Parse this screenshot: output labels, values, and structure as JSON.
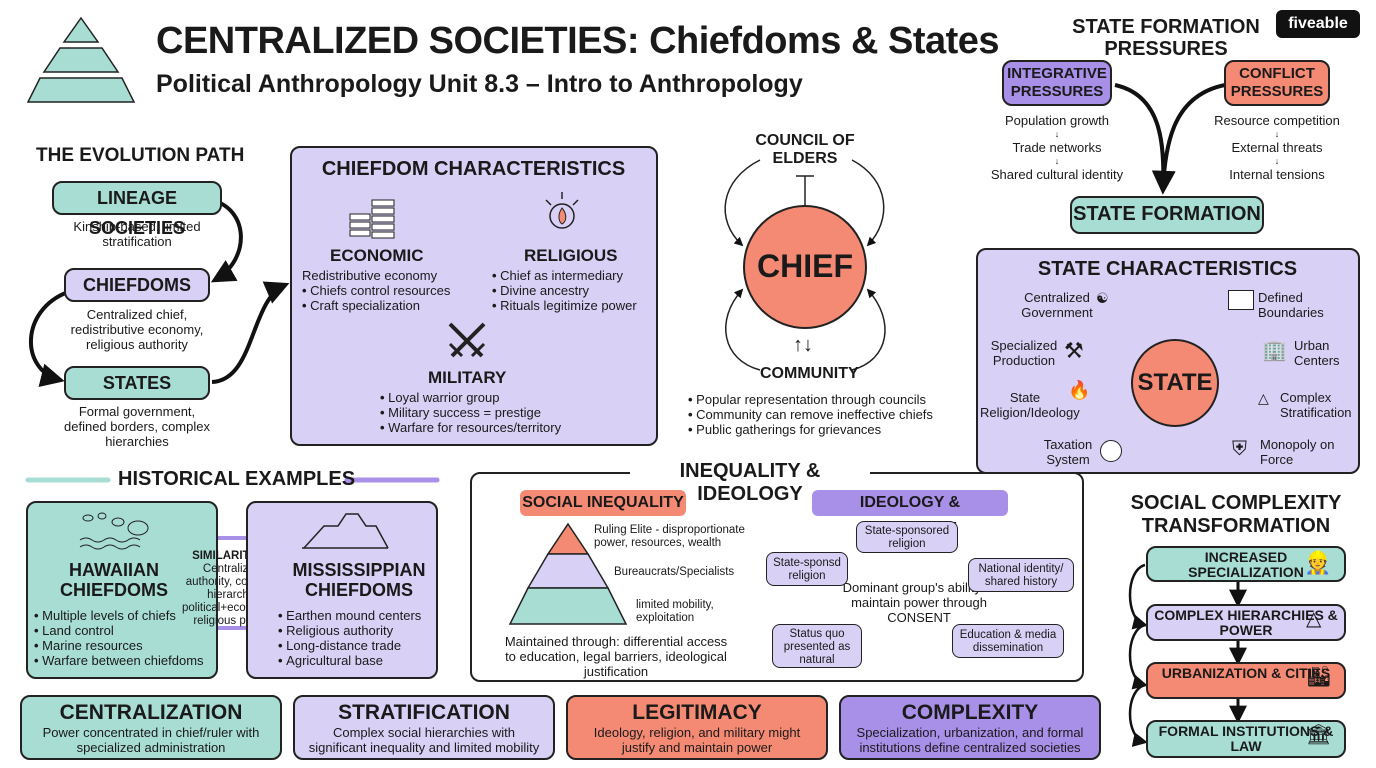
{
  "header": {
    "title": "CENTRALIZED SOCIETIES: Chiefdoms & States",
    "subtitle": "Political Anthropology Unit 8.3 – Intro to Anthropology",
    "brand": "fiveable"
  },
  "evolution": {
    "heading": "THE EVOLUTION PATH",
    "steps": [
      {
        "label": "LINEAGE SOCIETIES",
        "desc": "Kinship-based, limited stratification"
      },
      {
        "label": "CHIEFDOMS",
        "desc": "Centralized chief, redistributive economy, religious authority"
      },
      {
        "label": "STATES",
        "desc": "Formal government, defined borders, complex hierarchies"
      }
    ]
  },
  "chiefdom": {
    "heading": "CHIEFDOM CHARACTERISTICS",
    "economic": {
      "label": "ECONOMIC",
      "lead": "Redistributive economy",
      "items": [
        "Chiefs control resources",
        "Craft specialization"
      ]
    },
    "religious": {
      "label": "RELIGIOUS",
      "items": [
        "Chief as intermediary",
        "Divine ancestry",
        "Rituals legitimize power"
      ]
    },
    "military": {
      "label": "MILITARY",
      "items": [
        "Loyal warrior group",
        "Military success = prestige",
        "Warfare for resources/territory"
      ]
    }
  },
  "chief_model": {
    "council": "COUNCIL OF ELDERS",
    "chief": "CHIEF",
    "arrows": "↑↓",
    "community": "COMMUNITY",
    "items": [
      "Popular representation through councils",
      "Community can remove ineffective chiefs",
      "Public gatherings for grievances"
    ]
  },
  "pressures": {
    "heading": "STATE FORMATION PRESSURES",
    "integrative": {
      "label": "INTEGRATIVE PRESSURES",
      "items": [
        "Population growth",
        "Trade networks",
        "Shared cultural identity"
      ]
    },
    "conflict": {
      "label": "CONFLICT PRESSURES",
      "items": [
        "Resource competition",
        "External threats",
        "Internal tensions"
      ]
    },
    "result": "STATE FORMATION"
  },
  "state": {
    "heading": "STATE CHARACTERISTICS",
    "center": "STATE",
    "traits": [
      "Centralized Government",
      "Defined Boundaries",
      "Specialized Production",
      "Urban Centers",
      "State Religion/Ideology",
      "Complex Stratification",
      "Taxation System",
      "Monopoly on Force"
    ]
  },
  "historical": {
    "heading": "HISTORICAL EXAMPLES",
    "hawaiian": {
      "label": "HAWAIIAN CHIEFDOMS",
      "items": [
        "Multiple levels of chiefs",
        "Land control",
        "Marine resources",
        "Warfare between chiefdoms"
      ]
    },
    "similarities": {
      "label": "SIMILARITIES:",
      "text": "Centralized authority, complex hierarchy, political+economic+ religious power"
    },
    "mississippian": {
      "label": "MISSISSIPPIAN CHIEFDOMS",
      "items": [
        "Earthen mound centers",
        "Religious authority",
        "Long-distance trade",
        "Agricultural base"
      ]
    }
  },
  "inequality": {
    "heading": "INEQUALITY & IDEOLOGY",
    "social_label": "SOCIAL INEQUALITY",
    "pyramid": [
      "Ruling Elite - disproportionate power, resources, wealth",
      "Bureaucrats/Specialists",
      "limited mobility, exploitation"
    ],
    "maintained": "Maintained through: differential access to education, legal barriers, ideological justification",
    "ideology_label": "IDEOLOGY & HEGEMONY",
    "ideology_center": "Dominant group's ability to maintain power through CONSENT",
    "nodes": [
      "State-sponsored religion",
      "State-sponsd religion",
      "National identity/ shared history",
      "Status quo presented as natural",
      "Education & media dissemination"
    ]
  },
  "complexity": {
    "heading": "SOCIAL COMPLEXITY TRANSFORMATION",
    "steps": [
      "INCREASED SPECIALIZATION",
      "COMPLEX HIERARCHIES & POWER",
      "URBANIZATION & CITIES",
      "FORMAL INSTITUTIONS & LAW"
    ]
  },
  "footer": [
    {
      "label": "CENTRALIZATION",
      "text": "Power concentrated in chief/ruler with specialized administration"
    },
    {
      "label": "STRATIFICATION",
      "text": "Complex social hierarchies with significant inequality and limited mobility"
    },
    {
      "label": "LEGITIMACY",
      "text": "Ideology, religion, and military might justify and maintain power"
    },
    {
      "label": "COMPLEXITY",
      "text": "Specialization, urbanization, and formal institutions define centralized societies"
    }
  ],
  "colors": {
    "teal": "#a8ddd4",
    "lavender": "#d8d0f5",
    "purple": "#a890e8",
    "coral": "#f58a74"
  }
}
